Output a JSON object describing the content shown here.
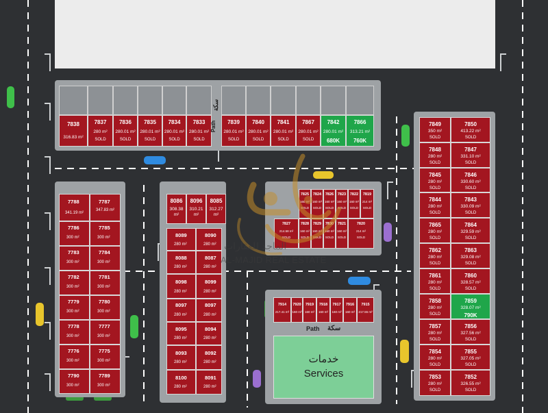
{
  "map": {
    "path_label": "Path",
    "path_label_ar": "سكة",
    "services_label_ar": "خدمات",
    "services_label_en": "Services",
    "watermark_ar": "الماجد للعقارات",
    "watermark_en": "AL-MAJID REAL ESTATE",
    "colors": {
      "sold": "#a31620",
      "available": "#1fa64a",
      "services": "#7dcf97",
      "road": "#2e3033",
      "block": "#9ea2a5"
    }
  },
  "plots": {
    "p7838": {
      "no": "7838",
      "area": "316.83 m²",
      "status": ""
    },
    "p7837": {
      "no": "7837",
      "area": "280 m²",
      "status": "SOLD"
    },
    "p7836": {
      "no": "7836",
      "area": "280.01 m²",
      "status": "SOLD"
    },
    "p7835": {
      "no": "7835",
      "area": "280.01 m²",
      "status": "SOLD"
    },
    "p7834": {
      "no": "7834",
      "area": "280.01 m²",
      "status": "SOLD"
    },
    "p7833": {
      "no": "7833",
      "area": "280.01 m²",
      "status": "SOLD"
    },
    "p7839": {
      "no": "7839",
      "area": "280.01 m²",
      "status": "SOLD"
    },
    "p7840": {
      "no": "7840",
      "area": "280.01 m²",
      "status": "SOLD"
    },
    "p7841": {
      "no": "7841",
      "area": "280.01 m²",
      "status": "SOLD"
    },
    "p7867": {
      "no": "7867",
      "area": "280.01 m²",
      "status": "SOLD"
    },
    "p7842": {
      "no": "7842",
      "area": "280.01 m²",
      "status": "680K"
    },
    "p7866": {
      "no": "7866",
      "area": "313.21 m²",
      "status": "760K"
    },
    "p7849": {
      "no": "7849",
      "area": "350 m²",
      "status": "SOLD"
    },
    "p7850": {
      "no": "7850",
      "area": "413.22 m²",
      "status": "SOLD"
    },
    "p7848": {
      "no": "7848",
      "area": "280 m²",
      "status": "SOLD"
    },
    "p7847": {
      "no": "7847",
      "area": "331.10 m²",
      "status": "SOLD"
    },
    "p7845": {
      "no": "7845",
      "area": "280 m²",
      "status": "SOLD"
    },
    "p7846": {
      "no": "7846",
      "area": "330.60 m²",
      "status": "SOLD"
    },
    "p7844": {
      "no": "7844",
      "area": "280 m²",
      "status": "SOLD"
    },
    "p7843": {
      "no": "7843",
      "area": "330.09 m²",
      "status": "SOLD"
    },
    "p7865": {
      "no": "7865",
      "area": "280 m²",
      "status": "SOLD"
    },
    "p7864": {
      "no": "7864",
      "area": "329.59 m²",
      "status": "SOLD"
    },
    "p7862": {
      "no": "7862",
      "area": "280 m²",
      "status": "SOLD"
    },
    "p7863": {
      "no": "7863",
      "area": "329.08 m²",
      "status": "SOLD"
    },
    "p7861": {
      "no": "7861",
      "area": "280 m²",
      "status": "SOLD"
    },
    "p7860": {
      "no": "7860",
      "area": "328.57 m²",
      "status": "SOLD"
    },
    "p7858": {
      "no": "7858",
      "area": "280 m²",
      "status": "SOLD"
    },
    "p7859": {
      "no": "7859",
      "area": "328.07 m²",
      "status": "790K"
    },
    "p7857": {
      "no": "7857",
      "area": "280 m²",
      "status": "SOLD"
    },
    "p7856": {
      "no": "7856",
      "area": "327.56 m²",
      "status": "SOLD"
    },
    "p7854": {
      "no": "7854",
      "area": "280 m²",
      "status": "SOLD"
    },
    "p7855": {
      "no": "7855",
      "area": "327.05 m²",
      "status": "SOLD"
    },
    "p7853": {
      "no": "7853",
      "area": "280 m²",
      "status": "SOLD"
    },
    "p7852": {
      "no": "7852",
      "area": "326.55 m²",
      "status": "SOLD"
    },
    "p7788": {
      "no": "7788",
      "area": "341.19 m²",
      "status": ""
    },
    "p7787": {
      "no": "7787",
      "area": "347.83 m²",
      "status": ""
    },
    "p7786": {
      "no": "7786",
      "area": "300 m²",
      "status": ""
    },
    "p7785": {
      "no": "7785",
      "area": "300 m²",
      "status": ""
    },
    "p7783": {
      "no": "7783",
      "area": "300 m²",
      "status": ""
    },
    "p7784": {
      "no": "7784",
      "area": "300 m²",
      "status": ""
    },
    "p7782": {
      "no": "7782",
      "area": "300 m²",
      "status": ""
    },
    "p7781": {
      "no": "7781",
      "area": "300 m²",
      "status": ""
    },
    "p7779": {
      "no": "7779",
      "area": "300 m²",
      "status": ""
    },
    "p7780": {
      "no": "7780",
      "area": "300 m²",
      "status": ""
    },
    "p7778": {
      "no": "7778",
      "area": "300 m²",
      "status": ""
    },
    "p7777": {
      "no": "7777",
      "area": "300 m²",
      "status": ""
    },
    "p7776": {
      "no": "7776",
      "area": "300 m²",
      "status": ""
    },
    "p7775": {
      "no": "7775",
      "area": "300 m²",
      "status": ""
    },
    "p7790": {
      "no": "7790",
      "area": "300 m²",
      "status": ""
    },
    "p7789": {
      "no": "7789",
      "area": "300 m²",
      "status": ""
    },
    "p8086": {
      "no": "8086",
      "area": "308.38 m²",
      "status": ""
    },
    "p8096": {
      "no": "8096",
      "area": "310.21 m²",
      "status": ""
    },
    "p8085": {
      "no": "8085",
      "area": "312.27 m²",
      "status": ""
    },
    "p8089": {
      "no": "8089",
      "area": "280 m²",
      "status": ""
    },
    "p8090": {
      "no": "8090",
      "area": "280 m²",
      "status": ""
    },
    "p8088": {
      "no": "8088",
      "area": "280 m²",
      "status": ""
    },
    "p8087": {
      "no": "8087",
      "area": "280 m²",
      "status": ""
    },
    "p8098": {
      "no": "8098",
      "area": "280 m²",
      "status": ""
    },
    "p8099": {
      "no": "8099",
      "area": "280 m²",
      "status": ""
    },
    "p8097a": {
      "no": "8097",
      "area": "280 m²",
      "status": ""
    },
    "p8097b": {
      "no": "8097",
      "area": "280 m²",
      "status": ""
    },
    "p8095": {
      "no": "8095",
      "area": "280 m²",
      "status": ""
    },
    "p8094": {
      "no": "8094",
      "area": "280 m²",
      "status": ""
    },
    "p8093": {
      "no": "8093",
      "area": "280 m²",
      "status": ""
    },
    "p8092": {
      "no": "8092",
      "area": "280 m²",
      "status": ""
    },
    "p8100": {
      "no": "8100",
      "area": "280 m²",
      "status": ""
    },
    "p8091": {
      "no": "8091",
      "area": "280 m²",
      "status": ""
    },
    "p7825": {
      "no": "7825",
      "area": "160 m²",
      "status": "SOLD"
    },
    "p7824": {
      "no": "7824",
      "area": "160 m²",
      "status": "SOLD"
    },
    "p7826": {
      "no": "7826",
      "area": "160 m²",
      "status": "SOLD"
    },
    "p7823": {
      "no": "7823",
      "area": "160 m²",
      "status": "SOLD"
    },
    "p7822": {
      "no": "7822",
      "area": "160 m²",
      "status": "SOLD"
    },
    "p7819": {
      "no": "7819",
      "area": "214 m²",
      "status": "SOLD"
    },
    "p7827": {
      "no": "7827",
      "area": "214.58 m²",
      "status": "SOLD"
    },
    "p7828": {
      "no": "7828",
      "area": "160 m²",
      "status": "SOLD"
    },
    "p7829": {
      "no": "7829",
      "area": "160 m²",
      "status": "SOLD"
    },
    "p7830": {
      "no": "7830",
      "area": "160 m²",
      "status": "SOLD"
    },
    "p7821": {
      "no": "7821",
      "area": "160 m²",
      "status": "SOLD"
    },
    "p7820": {
      "no": "7820",
      "area": "214 m²",
      "status": "SOLD"
    },
    "p7914": {
      "no": "7914",
      "area": "217.41 m²",
      "status": ""
    },
    "p7920": {
      "no": "7920",
      "area": "160 m²",
      "status": ""
    },
    "p7919": {
      "no": "7919",
      "area": "160 m²",
      "status": ""
    },
    "p7918": {
      "no": "7918",
      "area": "160 m²",
      "status": ""
    },
    "p7917": {
      "no": "7917",
      "area": "160 m²",
      "status": ""
    },
    "p7916": {
      "no": "7916",
      "area": "160 m²",
      "status": ""
    },
    "p7915": {
      "no": "7915",
      "area": "217.55 m²",
      "status": ""
    }
  }
}
